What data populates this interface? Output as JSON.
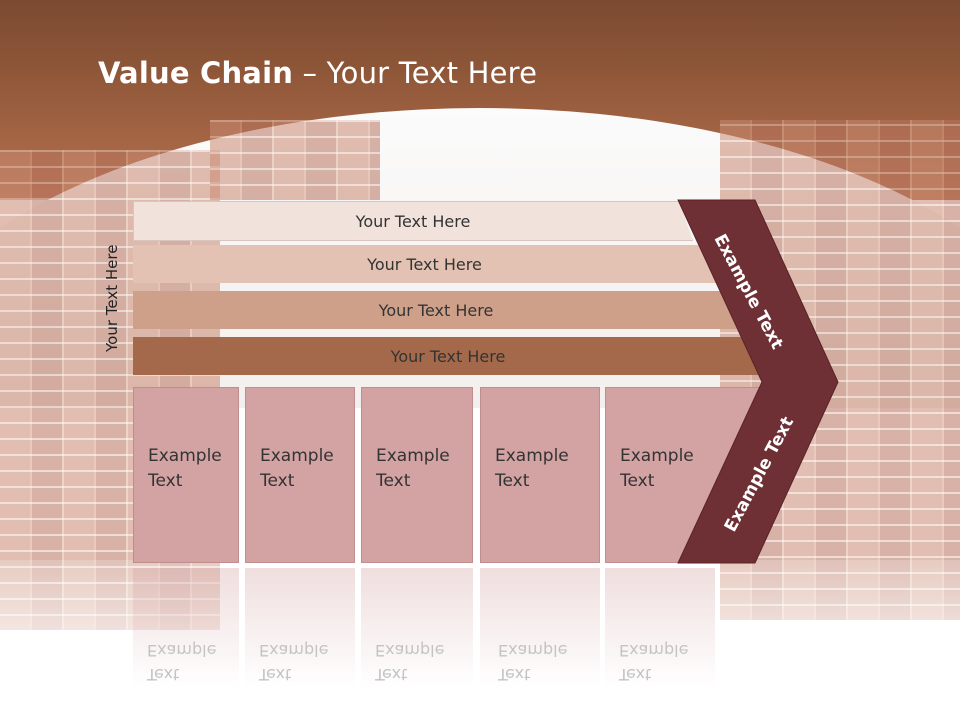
{
  "slide": {
    "title_bold": "Value Chain",
    "title_rest": " – Your Text Here",
    "side_label": "Your Text Here",
    "bars": [
      "Your Text Here",
      "Your Text Here",
      "Your Text Here",
      "Your Text Here"
    ],
    "boxes": [
      {
        "line1": "Example",
        "line2": "Text"
      },
      {
        "line1": "Example",
        "line2": "Text"
      },
      {
        "line1": "Example",
        "line2": "Text"
      },
      {
        "line1": "Example",
        "line2": "Text"
      },
      {
        "line1": "Example",
        "line2": "Text"
      }
    ],
    "chevron_top_label": "Example Text",
    "chevron_bottom_label": "Example Text"
  },
  "colors": {
    "header_brown": "#8e5638",
    "chevron": "#6e3034",
    "box_pink": "#d3a2a3"
  }
}
